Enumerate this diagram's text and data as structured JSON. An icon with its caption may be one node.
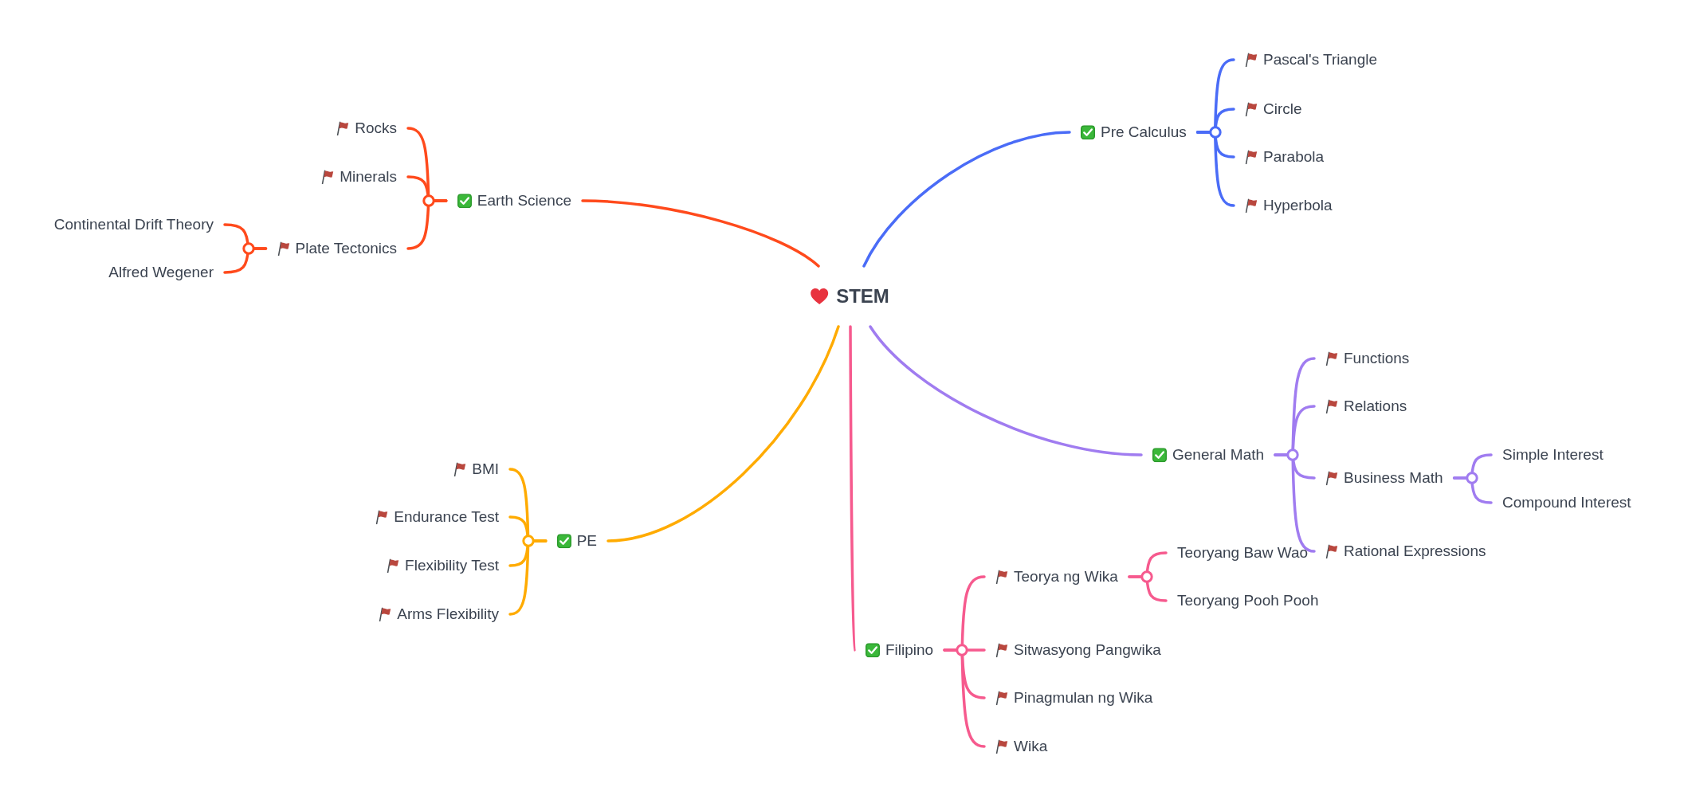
{
  "diagram": {
    "nodes": [
      {
        "text": [
          "STEM"
        ]
      },
      {
        "text": [
          "Pre Calculus"
        ]
      },
      {
        "text": [
          "Pascal's Triangle"
        ]
      },
      {
        "text": [
          "Circle"
        ]
      },
      {
        "text": [
          "Parabola"
        ]
      },
      {
        "text": [
          "Hyperbola"
        ]
      },
      {
        "text": [
          "General Math"
        ]
      },
      {
        "text": [
          "Functions"
        ]
      },
      {
        "text": [
          "Relations"
        ]
      },
      {
        "text": [
          "Business Math"
        ]
      },
      {
        "text": [
          "Simple Interest"
        ]
      },
      {
        "text": [
          "Compound Interest"
        ]
      },
      {
        "text": [
          "Rational Expressions"
        ]
      },
      {
        "text": [
          "Filipino"
        ]
      },
      {
        "text": [
          "Teorya ng Wika"
        ]
      },
      {
        "text": [
          "Teoryang Baw Wao"
        ]
      },
      {
        "text": [
          "Teoryang Pooh Pooh"
        ]
      },
      {
        "text": [
          "Sitwasyong Pangwika"
        ]
      },
      {
        "text": [
          "Pinagmulan ng Wika"
        ]
      },
      {
        "text": [
          "Wika"
        ]
      },
      {
        "text": [
          "PE"
        ]
      },
      {
        "text": [
          "BMI"
        ]
      },
      {
        "text": [
          "Endurance Test"
        ]
      },
      {
        "text": [
          "Flexibility Test"
        ]
      },
      {
        "text": [
          "Arms Flexibility"
        ]
      },
      {
        "text": [
          "Earth Science"
        ]
      },
      {
        "text": [
          "Rocks"
        ]
      },
      {
        "text": [
          "Minerals"
        ]
      },
      {
        "text": [
          "Plate Tectonics"
        ]
      },
      {
        "text": [
          "Continental Drift Theory"
        ]
      },
      {
        "text": [
          "Alfred Wegener"
        ]
      }
    ],
    "edges": [
      {
        "from": 0,
        "to": 1,
        "arrow": "none",
        "color": "#4a6cf7"
      },
      {
        "from": 1,
        "to": 2,
        "arrow": "none",
        "color": "#4a6cf7"
      },
      {
        "from": 1,
        "to": 3,
        "arrow": "none",
        "color": "#4a6cf7"
      },
      {
        "from": 1,
        "to": 4,
        "arrow": "none",
        "color": "#4a6cf7"
      },
      {
        "from": 1,
        "to": 5,
        "arrow": "none",
        "color": "#4a6cf7"
      },
      {
        "from": 0,
        "to": 6,
        "arrow": "none",
        "color": "#a07cf0"
      },
      {
        "from": 6,
        "to": 7,
        "arrow": "none",
        "color": "#a07cf0"
      },
      {
        "from": 6,
        "to": 8,
        "arrow": "none",
        "color": "#a07cf0"
      },
      {
        "from": 6,
        "to": 9,
        "arrow": "none",
        "color": "#a07cf0"
      },
      {
        "from": 9,
        "to": 10,
        "arrow": "none",
        "color": "#a07cf0"
      },
      {
        "from": 9,
        "to": 11,
        "arrow": "none",
        "color": "#a07cf0"
      },
      {
        "from": 6,
        "to": 12,
        "arrow": "none",
        "color": "#a07cf0"
      },
      {
        "from": 0,
        "to": 13,
        "arrow": "none",
        "color": "#f65a8e"
      },
      {
        "from": 13,
        "to": 14,
        "arrow": "none",
        "color": "#f65a8e"
      },
      {
        "from": 14,
        "to": 15,
        "arrow": "none",
        "color": "#f65a8e"
      },
      {
        "from": 14,
        "to": 16,
        "arrow": "none",
        "color": "#f65a8e"
      },
      {
        "from": 13,
        "to": 17,
        "arrow": "none",
        "color": "#f65a8e"
      },
      {
        "from": 13,
        "to": 18,
        "arrow": "none",
        "color": "#f65a8e"
      },
      {
        "from": 13,
        "to": 19,
        "arrow": "none",
        "color": "#f65a8e"
      },
      {
        "from": 0,
        "to": 20,
        "arrow": "none",
        "color": "#ffab00"
      },
      {
        "from": 20,
        "to": 21,
        "arrow": "none",
        "color": "#ffab00"
      },
      {
        "from": 20,
        "to": 22,
        "arrow": "none",
        "color": "#ffab00"
      },
      {
        "from": 20,
        "to": 23,
        "arrow": "none",
        "color": "#ffab00"
      },
      {
        "from": 20,
        "to": 24,
        "arrow": "none",
        "color": "#ffab00"
      },
      {
        "from": 0,
        "to": 25,
        "arrow": "none",
        "color": "#ff4a1c"
      },
      {
        "from": 25,
        "to": 26,
        "arrow": "none",
        "color": "#ff4a1c"
      },
      {
        "from": 25,
        "to": 27,
        "arrow": "none",
        "color": "#ff4a1c"
      },
      {
        "from": 25,
        "to": 28,
        "arrow": "none",
        "color": "#ff4a1c"
      },
      {
        "from": 28,
        "to": 29,
        "arrow": "none",
        "color": "#ff4a1c"
      },
      {
        "from": 28,
        "to": 30,
        "arrow": "none",
        "color": "#ff4a1c"
      }
    ]
  }
}
